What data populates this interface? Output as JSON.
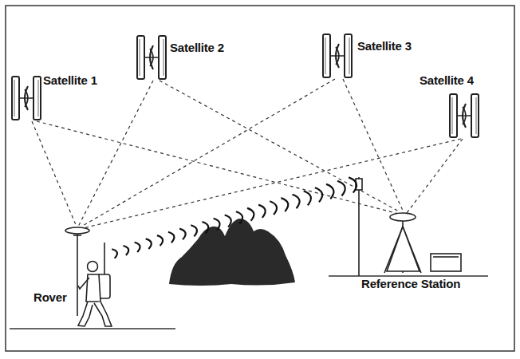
{
  "diagram": {
    "labels": [
      "Satellite 1",
      "Satellite 2",
      "Satellite 3",
      "Satellite 4",
      "Rover",
      "Reference Station"
    ]
  }
}
